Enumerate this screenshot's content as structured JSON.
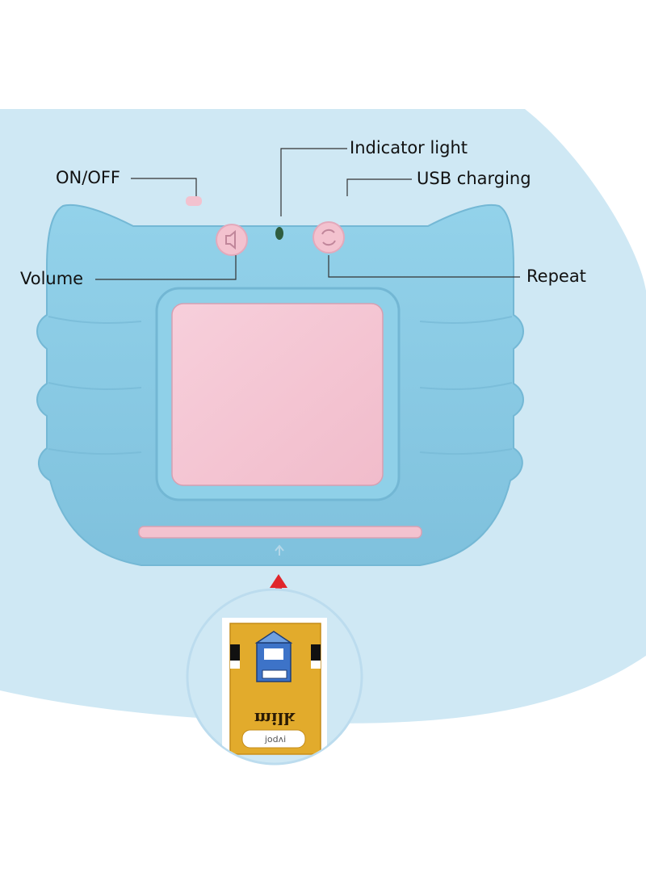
{
  "callouts": {
    "indicator_light": "Indicator light",
    "on_off": "ON/OFF",
    "usb_charging": "USB charging",
    "volume": "Volume",
    "repeat": "Repeat"
  },
  "card": {
    "word": "milk",
    "small_label": "jodʌi"
  },
  "colors": {
    "backdrop": "#cfe8f4",
    "device_body": "#8ccde6",
    "device_shadow": "#6fb6d3",
    "screen_pink": "#f4c6d3",
    "button_pink": "#f3c2cf",
    "arrow_red": "#e0262b",
    "card_yellow": "#e2ab2c"
  }
}
